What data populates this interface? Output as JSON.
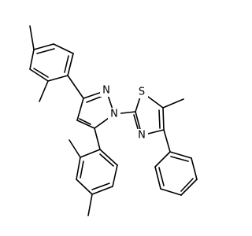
{
  "molecule": {
    "atoms": {
      "n1": "N",
      "n2": "N",
      "n_thiazole": "N",
      "s_thiazole": "S"
    }
  }
}
